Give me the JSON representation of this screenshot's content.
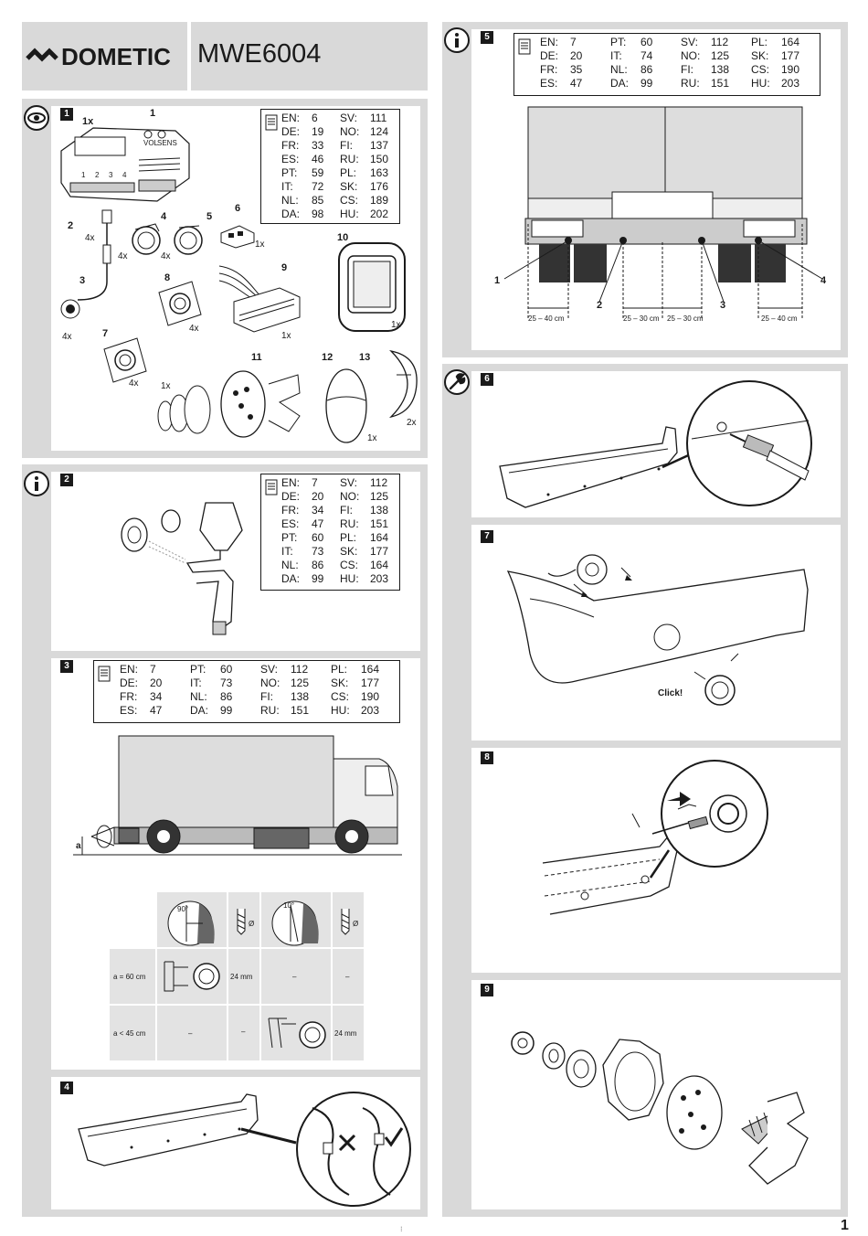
{
  "header": {
    "brand": "DOMETIC",
    "model": "MWE6004"
  },
  "page_number": "1",
  "footer_mark": "⁝",
  "step1": {
    "number": "1",
    "quantity_main": "1x",
    "labels": [
      "1",
      "2",
      "3",
      "4",
      "5",
      "6",
      "7",
      "8",
      "9",
      "10",
      "11",
      "12",
      "13"
    ],
    "quantities": {
      "q2": "4x",
      "q4": "4x",
      "q5": "4x",
      "q6": "1x",
      "q3": "4x",
      "q8": "4x",
      "q9": "1x",
      "q10": "1x",
      "q7": "4x",
      "q11": "1x",
      "q12": "1x",
      "q13": "2x"
    },
    "device_labels": {
      "vol": "VOL",
      "sens": "SENS",
      "ports": [
        "1",
        "2",
        "3",
        "4"
      ]
    },
    "languages": [
      [
        "EN:",
        "6"
      ],
      [
        "SV:",
        "111"
      ],
      [
        "DE:",
        "19"
      ],
      [
        "NO:",
        "124"
      ],
      [
        "FR:",
        "33"
      ],
      [
        "FI:",
        "137"
      ],
      [
        "ES:",
        "46"
      ],
      [
        "RU:",
        "150"
      ],
      [
        "PT:",
        "59"
      ],
      [
        "PL:",
        "163"
      ],
      [
        "IT:",
        "72"
      ],
      [
        "SK:",
        "176"
      ],
      [
        "NL:",
        "85"
      ],
      [
        "CS:",
        "189"
      ],
      [
        "DA:",
        "98"
      ],
      [
        "HU:",
        "202"
      ]
    ]
  },
  "step2": {
    "number": "2",
    "languages": [
      [
        "EN:",
        "7"
      ],
      [
        "SV:",
        "112"
      ],
      [
        "DE:",
        "20"
      ],
      [
        "NO:",
        "125"
      ],
      [
        "FR:",
        "34"
      ],
      [
        "FI:",
        "138"
      ],
      [
        "ES:",
        "47"
      ],
      [
        "RU:",
        "151"
      ],
      [
        "PT:",
        "60"
      ],
      [
        "PL:",
        "164"
      ],
      [
        "IT:",
        "73"
      ],
      [
        "SK:",
        "177"
      ],
      [
        "NL:",
        "86"
      ],
      [
        "CS:",
        "164"
      ],
      [
        "DA:",
        "99"
      ],
      [
        "HU:",
        "203"
      ]
    ]
  },
  "step3": {
    "number": "3",
    "languages": [
      [
        "EN:",
        "7"
      ],
      [
        "PT:",
        "60"
      ],
      [
        "SV:",
        "112"
      ],
      [
        "PL:",
        "164"
      ],
      [
        "DE:",
        "20"
      ],
      [
        "IT:",
        "73"
      ],
      [
        "NO:",
        "125"
      ],
      [
        "SK:",
        "177"
      ],
      [
        "FR:",
        "34"
      ],
      [
        "NL:",
        "86"
      ],
      [
        "FI:",
        "138"
      ],
      [
        "CS:",
        "190"
      ],
      [
        "ES:",
        "47"
      ],
      [
        "DA:",
        "99"
      ],
      [
        "RU:",
        "151"
      ],
      [
        "HU:",
        "203"
      ]
    ],
    "height_label": "a",
    "angle1": "90°",
    "angle2": "10°",
    "diameter": "Ø",
    "row1": {
      "label": "a = 60 cm",
      "value1": "24 mm",
      "value2": "–",
      "value3": "–"
    },
    "row2": {
      "label": "a < 45 cm",
      "value1": "–",
      "value2": "–",
      "value3": "24 mm"
    }
  },
  "step4": {
    "number": "4"
  },
  "step5": {
    "number": "5",
    "languages": [
      [
        "EN:",
        "7"
      ],
      [
        "PT:",
        "60"
      ],
      [
        "SV:",
        "112"
      ],
      [
        "PL:",
        "164"
      ],
      [
        "DE:",
        "20"
      ],
      [
        "IT:",
        "74"
      ],
      [
        "NO:",
        "125"
      ],
      [
        "SK:",
        "177"
      ],
      [
        "FR:",
        "35"
      ],
      [
        "NL:",
        "86"
      ],
      [
        "FI:",
        "138"
      ],
      [
        "CS:",
        "190"
      ],
      [
        "ES:",
        "47"
      ],
      [
        "DA:",
        "99"
      ],
      [
        "RU:",
        "151"
      ],
      [
        "HU:",
        "203"
      ]
    ],
    "sensor_labels": [
      "1",
      "2",
      "3",
      "4"
    ],
    "dimensions": [
      "25 – 40 cm",
      "25 – 30 cm",
      "25 – 30 cm",
      "25 – 40 cm"
    ]
  },
  "step6": {
    "number": "6"
  },
  "step7": {
    "number": "7",
    "click": "Click!"
  },
  "step8": {
    "number": "8"
  },
  "step9": {
    "number": "9"
  },
  "colors": {
    "panel_gray": "#d9d9d9",
    "ink": "#1a1a1a"
  }
}
